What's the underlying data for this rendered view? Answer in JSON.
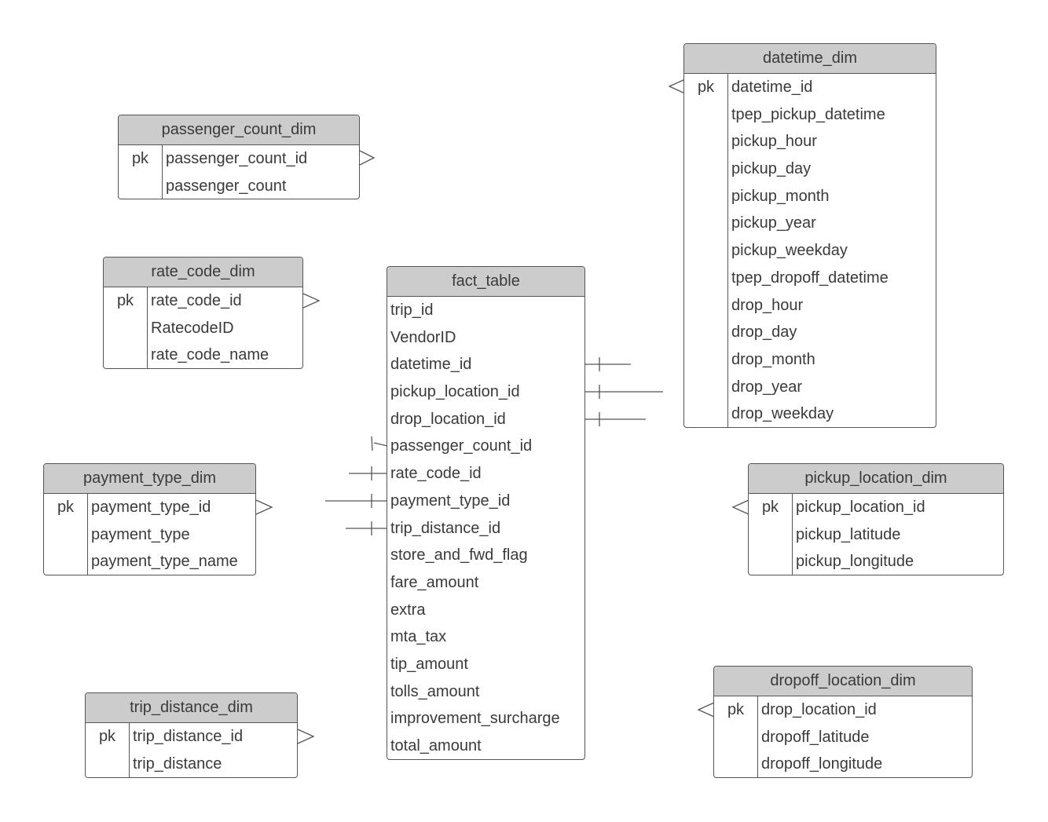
{
  "diagram": {
    "entities": {
      "passenger_count_dim": {
        "title": "passenger_count_dim",
        "rows": [
          {
            "key": "pk",
            "field": "passenger_count_id"
          },
          {
            "key": "",
            "field": "passenger_count"
          }
        ]
      },
      "rate_code_dim": {
        "title": "rate_code_dim",
        "rows": [
          {
            "key": "pk",
            "field": "rate_code_id"
          },
          {
            "key": "",
            "field": "RatecodeID"
          },
          {
            "key": "",
            "field": "rate_code_name"
          }
        ]
      },
      "payment_type_dim": {
        "title": "payment_type_dim",
        "rows": [
          {
            "key": "pk",
            "field": "payment_type_id"
          },
          {
            "key": "",
            "field": "payment_type"
          },
          {
            "key": "",
            "field": "payment_type_name"
          }
        ]
      },
      "trip_distance_dim": {
        "title": "trip_distance_dim",
        "rows": [
          {
            "key": "pk",
            "field": "trip_distance_id"
          },
          {
            "key": "",
            "field": "trip_distance"
          }
        ]
      },
      "fact_table": {
        "title": "fact_table",
        "rows": [
          {
            "field": "trip_id"
          },
          {
            "field": "VendorID"
          },
          {
            "field": "datetime_id"
          },
          {
            "field": "pickup_location_id"
          },
          {
            "field": "drop_location_id"
          },
          {
            "field": "passenger_count_id"
          },
          {
            "field": "rate_code_id"
          },
          {
            "field": "payment_type_id"
          },
          {
            "field": "trip_distance_id"
          },
          {
            "field": "store_and_fwd_flag"
          },
          {
            "field": "fare_amount"
          },
          {
            "field": "extra"
          },
          {
            "field": "mta_tax"
          },
          {
            "field": "tip_amount"
          },
          {
            "field": "tolls_amount"
          },
          {
            "field": "improvement_surcharge"
          },
          {
            "field": "total_amount"
          }
        ]
      },
      "datetime_dim": {
        "title": "datetime_dim",
        "rows": [
          {
            "key": "pk",
            "field": "datetime_id"
          },
          {
            "key": "",
            "field": "tpep_pickup_datetime"
          },
          {
            "key": "",
            "field": "pickup_hour"
          },
          {
            "key": "",
            "field": "pickup_day"
          },
          {
            "key": "",
            "field": "pickup_month"
          },
          {
            "key": "",
            "field": "pickup_year"
          },
          {
            "key": "",
            "field": "pickup_weekday"
          },
          {
            "key": "",
            "field": "tpep_dropoff_datetime"
          },
          {
            "key": "",
            "field": "drop_hour"
          },
          {
            "key": "",
            "field": "drop_day"
          },
          {
            "key": "",
            "field": "drop_month"
          },
          {
            "key": "",
            "field": "drop_year"
          },
          {
            "key": "",
            "field": "drop_weekday"
          }
        ]
      },
      "pickup_location_dim": {
        "title": "pickup_location_dim",
        "rows": [
          {
            "key": "pk",
            "field": "pickup_location_id"
          },
          {
            "key": "",
            "field": "pickup_latitude"
          },
          {
            "key": "",
            "field": "pickup_longitude"
          }
        ]
      },
      "dropoff_location_dim": {
        "title": "dropoff_location_dim",
        "rows": [
          {
            "key": "pk",
            "field": "drop_location_id"
          },
          {
            "key": "",
            "field": "dropoff_latitude"
          },
          {
            "key": "",
            "field": "dropoff_longitude"
          }
        ]
      }
    },
    "relationships": [
      {
        "from": "fact_table.datetime_id",
        "to": "datetime_dim.datetime_id",
        "fact_end": "one",
        "dim_end": "many"
      },
      {
        "from": "fact_table.pickup_location_id",
        "to": "pickup_location_dim.pickup_location_id",
        "fact_end": "one",
        "dim_end": "many"
      },
      {
        "from": "fact_table.drop_location_id",
        "to": "dropoff_location_dim.drop_location_id",
        "fact_end": "one",
        "dim_end": "many"
      },
      {
        "from": "fact_table.passenger_count_id",
        "to": "passenger_count_dim.passenger_count_id",
        "fact_end": "one",
        "dim_end": "many"
      },
      {
        "from": "fact_table.rate_code_id",
        "to": "rate_code_dim.rate_code_id",
        "fact_end": "one",
        "dim_end": "many"
      },
      {
        "from": "fact_table.payment_type_id",
        "to": "payment_type_dim.payment_type_id",
        "fact_end": "one",
        "dim_end": "many"
      },
      {
        "from": "fact_table.trip_distance_id",
        "to": "trip_distance_dim.trip_distance_id",
        "fact_end": "one",
        "dim_end": "many"
      }
    ],
    "colors": {
      "header_fill": "#cccccc",
      "border": "#555555",
      "text": "#3a3a3a",
      "background": "#ffffff"
    }
  }
}
